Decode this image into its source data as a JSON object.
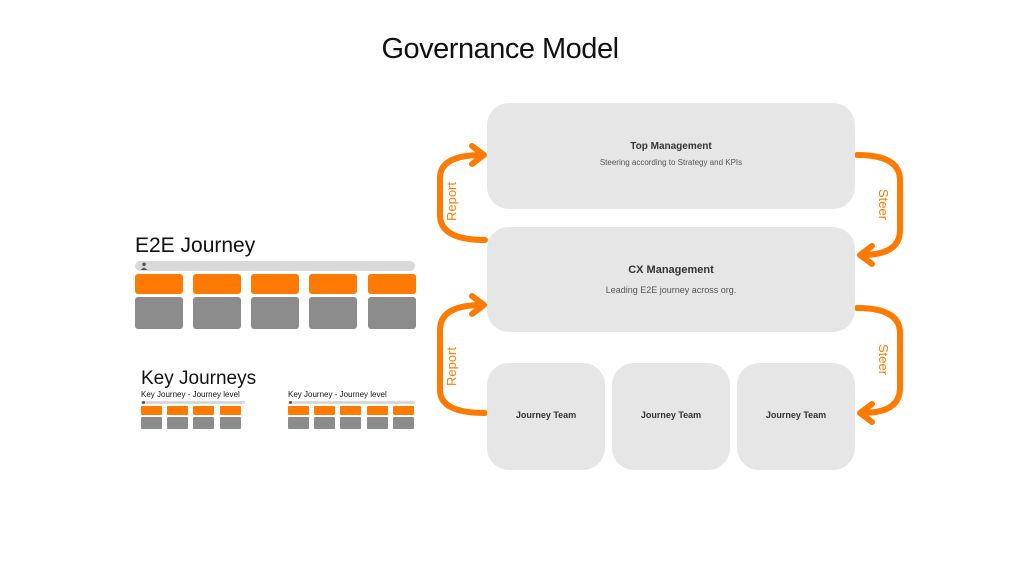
{
  "title": "Governance Model",
  "e2e": {
    "label": "E2E Journey",
    "steps": 5
  },
  "key_journeys": {
    "label": "Key Journeys",
    "blocks": [
      {
        "subtitle": "Key Journey - Journey level",
        "steps": 4
      },
      {
        "subtitle": "Key Journey - Journey level",
        "steps": 5
      }
    ]
  },
  "top_management": {
    "title": "Top Management",
    "subtitle": "Steering according to Strategy and KPIs"
  },
  "cx_management": {
    "title": "CX Management",
    "subtitle": "Leading E2E journey across org."
  },
  "journey_teams": [
    {
      "title": "Journey Team"
    },
    {
      "title": "Journey Team"
    },
    {
      "title": "Journey Team"
    }
  ],
  "arrows": {
    "report_upper": "Report",
    "report_lower": "Report",
    "steer_upper": "Steer",
    "steer_lower": "Steer"
  },
  "colors": {
    "accent": "#ff7a00",
    "box": "#e6e6e6",
    "step_gray": "#8c8c8c"
  }
}
